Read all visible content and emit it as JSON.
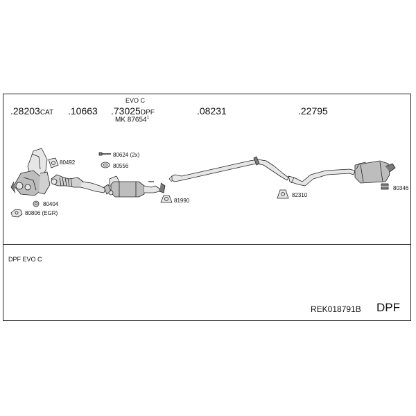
{
  "header": {
    "part_1_number": ".28203",
    "part_1_suffix": "CAT",
    "part_2_number": ".10663",
    "part_3_top_note": "EVO C",
    "part_3_number": ".73025",
    "part_3_suffix": "DPF",
    "part_3_mk_label": "MK",
    "part_3_mk_number": "87654",
    "part_3_mk_sup": "1",
    "part_4_number": ".08231",
    "part_5_number": ".22795"
  },
  "accessories": {
    "a_80492": "80492",
    "a_80404": "80404",
    "a_80806": "80806 (EGR)",
    "a_80624": "80624 (2x)",
    "a_80556": "80556",
    "a_81990": "81990",
    "a_82310": "82310",
    "a_80346": "80346"
  },
  "footer": {
    "note": "DPF EVO C",
    "code": "REK018791B",
    "type": "DPF"
  },
  "colors": {
    "line": "#222222",
    "fill_light": "#e6e6e6",
    "fill_mid": "#bdbdbd",
    "fill_dark": "#7a7a7a"
  }
}
